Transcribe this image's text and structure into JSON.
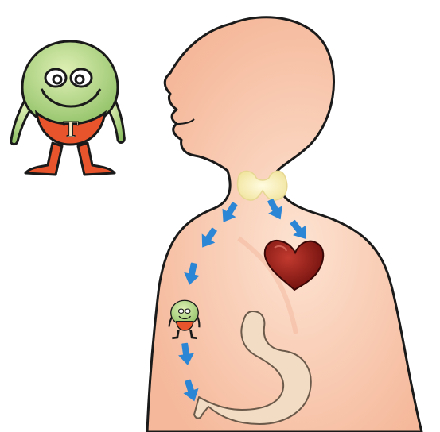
{
  "illustration": {
    "mascot_letter": "T",
    "icons": {
      "mascot": "hormone-mascot-icon",
      "body": "human-torso-icon",
      "thyroid": "thyroid-gland-icon",
      "heart": "heart-icon",
      "stomach": "stomach-icon",
      "arrow": "arrow-icon"
    },
    "colors": {
      "skin": "#f9c8ac",
      "skin_shadow": "#f2b49a",
      "outline": "#1a1a1a",
      "mascot_green": "#b6d98a",
      "mascot_dark_green": "#7fb255",
      "mascot_red": "#e8542c",
      "thyroid": "#f7efb8",
      "heart": "#8e1a16",
      "stomach": "#f3dcc4",
      "arrow": "#2c86d6"
    },
    "flow": [
      {
        "from": "thyroid",
        "to": "heart"
      },
      {
        "from": "thyroid",
        "to": "mascot"
      },
      {
        "from": "mascot",
        "to": "stomach"
      }
    ]
  }
}
